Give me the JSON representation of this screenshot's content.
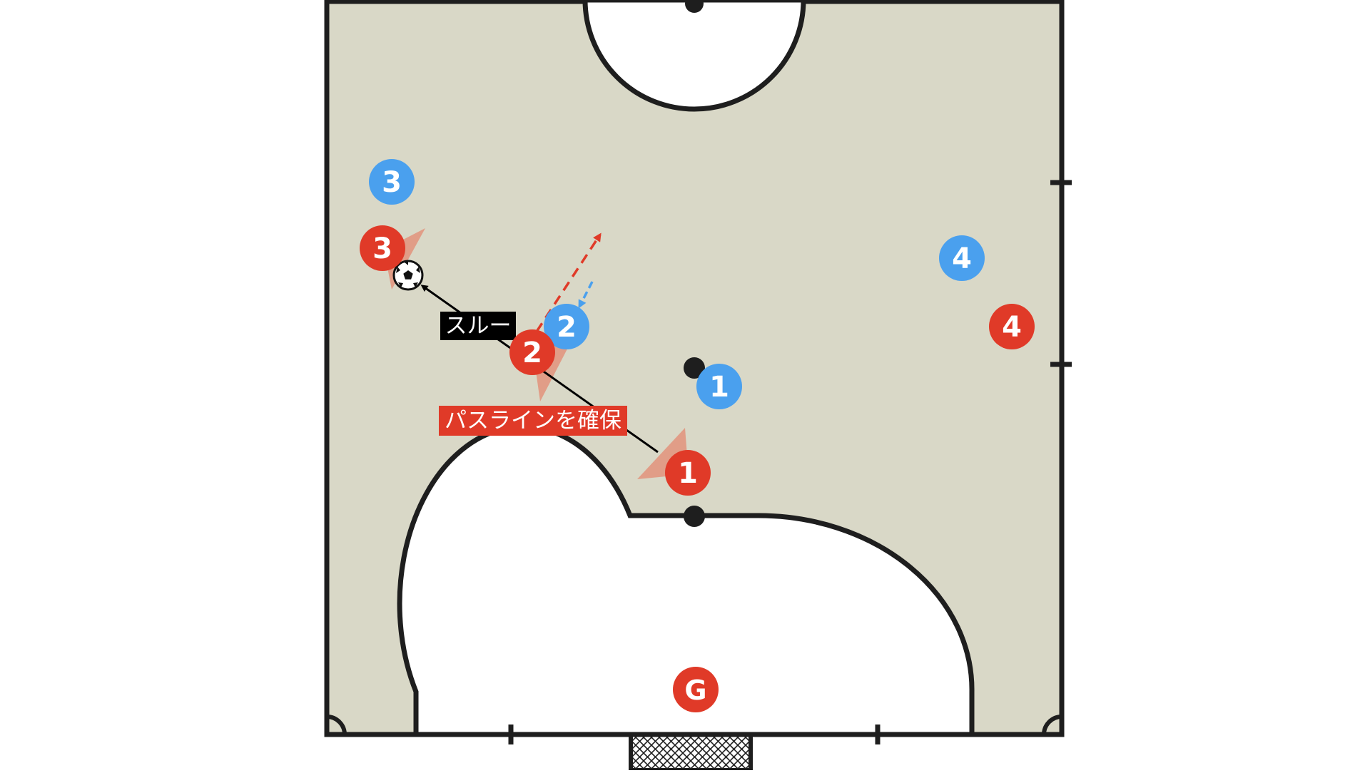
{
  "colors": {
    "court": "#d9d8c7",
    "line": "#1e1e1e",
    "area": "#ffffff",
    "red": "#e03a28",
    "blue": "#4aa0ee",
    "cone": "#e2937b",
    "label_bg_black": "#000000",
    "label_bg_red": "#e03a28",
    "label_text": "#ffffff"
  },
  "players": {
    "red": [
      {
        "label": "1"
      },
      {
        "label": "2"
      },
      {
        "label": "3"
      },
      {
        "label": "4"
      },
      {
        "label": "G"
      }
    ],
    "blue": [
      {
        "label": "1"
      },
      {
        "label": "2"
      },
      {
        "label": "3"
      },
      {
        "label": "4"
      }
    ]
  },
  "labels": {
    "through": "スルー",
    "pass_line": "パスラインを確保"
  },
  "icons": {
    "ball": "soccer-ball-icon",
    "goal": "goal-net"
  }
}
